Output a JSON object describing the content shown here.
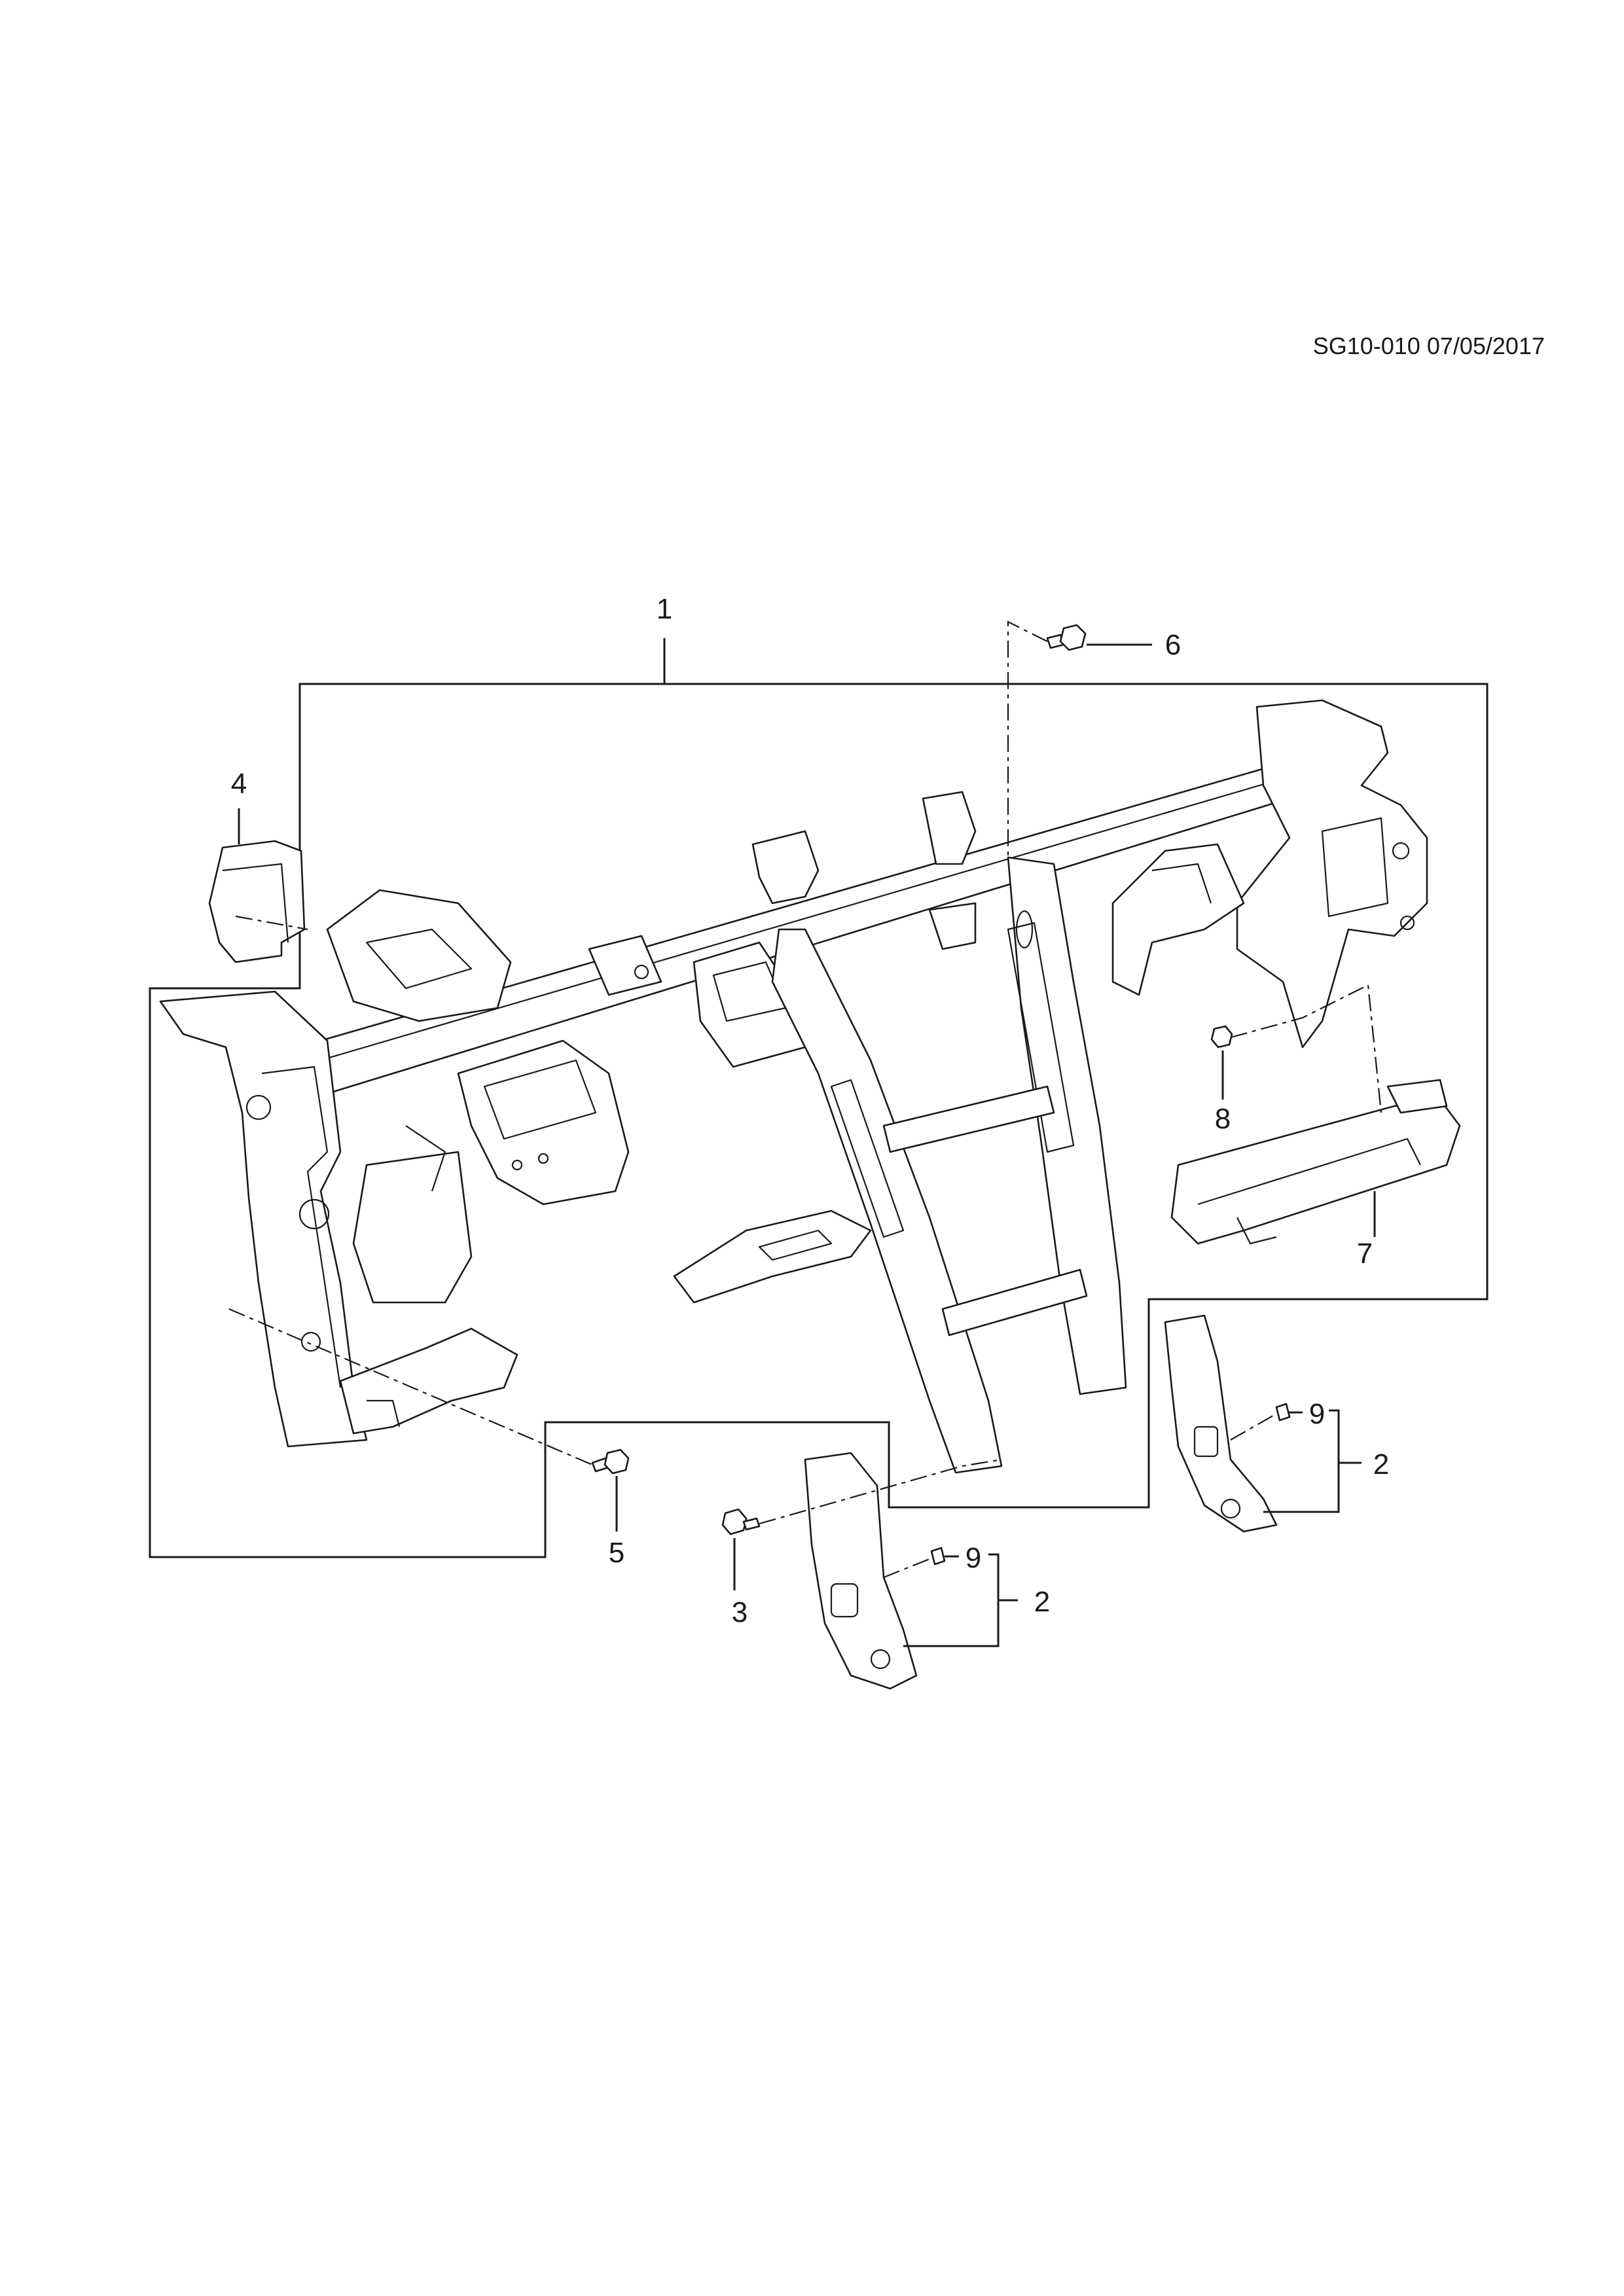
{
  "header": {
    "reference": "SG10-010 07/05/2017"
  },
  "callouts": [
    {
      "id": "callout-1",
      "label": "1"
    },
    {
      "id": "callout-2a",
      "label": "2"
    },
    {
      "id": "callout-2b",
      "label": "2"
    },
    {
      "id": "callout-3",
      "label": "3"
    },
    {
      "id": "callout-4",
      "label": "4"
    },
    {
      "id": "callout-5",
      "label": "5"
    },
    {
      "id": "callout-6",
      "label": "6"
    },
    {
      "id": "callout-7",
      "label": "7"
    },
    {
      "id": "callout-8",
      "label": "8"
    },
    {
      "id": "callout-9a",
      "label": "9"
    },
    {
      "id": "callout-9b",
      "label": "9"
    }
  ]
}
